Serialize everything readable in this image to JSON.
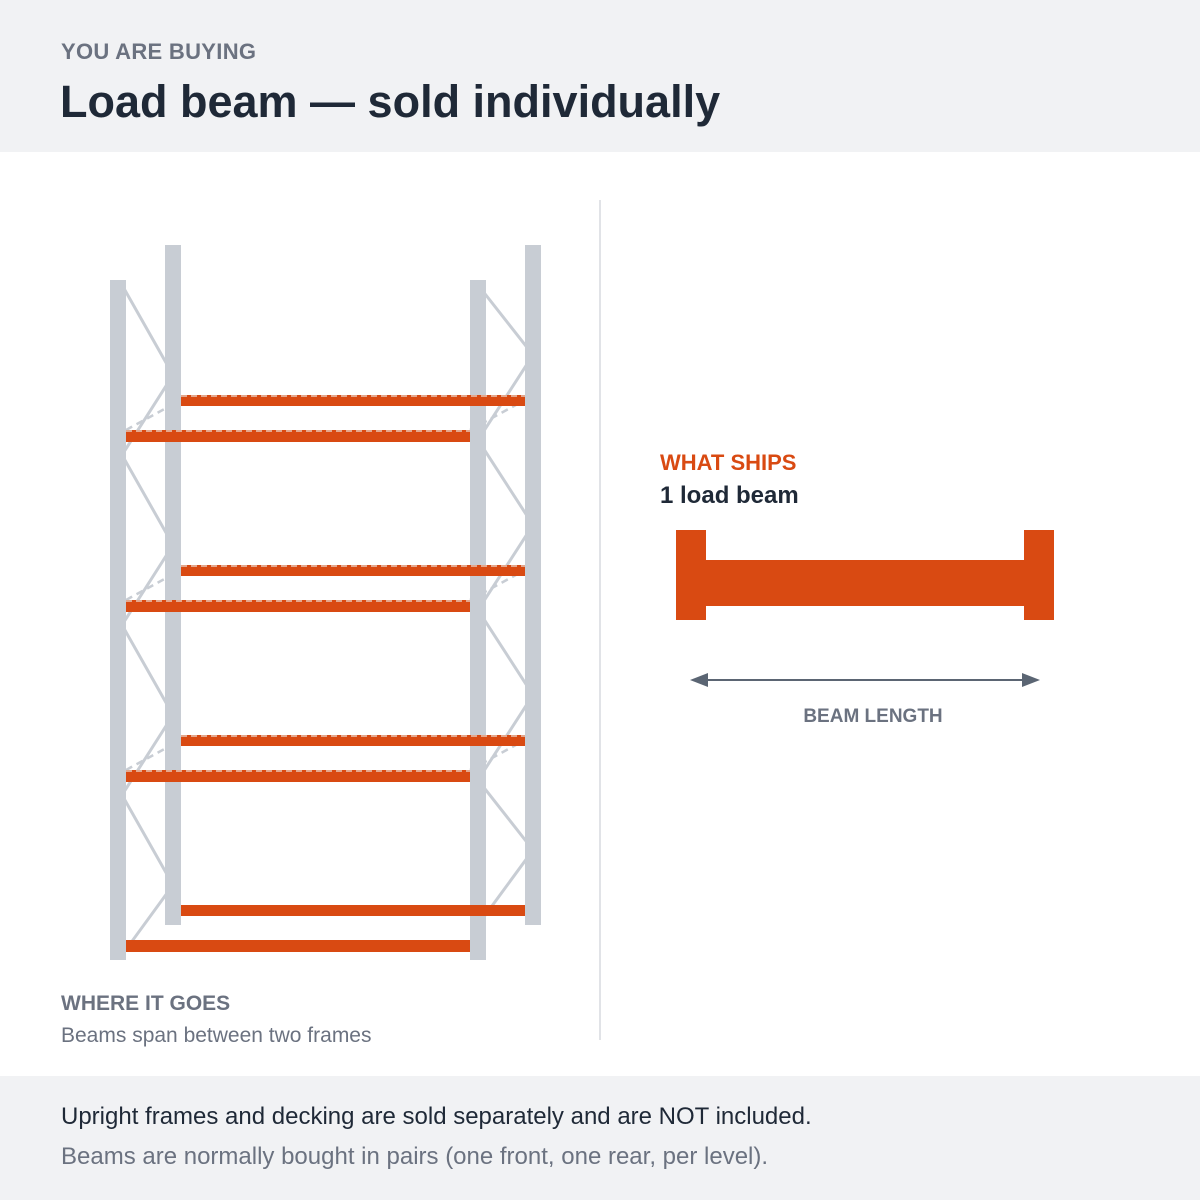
{
  "header": {
    "eyebrow": "YOU ARE BUYING",
    "title": "Load beam — sold individually"
  },
  "diagram": {
    "where_title": "WHERE IT GOES",
    "where_subtitle": "Beams span between two frames",
    "ships_label": "WHAT SHIPS",
    "ships_quantity": "1 load beam",
    "beam_length_label": "BEAM LENGTH"
  },
  "footer": {
    "note_primary": "Upright frames and decking are sold separately and are NOT included.",
    "note_secondary": "Beams are normally bought in pairs (one front, one rear, per level)."
  },
  "colors": {
    "accent": "#d94a12",
    "frame": "#c8cdd4",
    "text_dark": "#1f2937",
    "text_muted": "#6b7280",
    "panel_bg": "#f1f2f4"
  }
}
